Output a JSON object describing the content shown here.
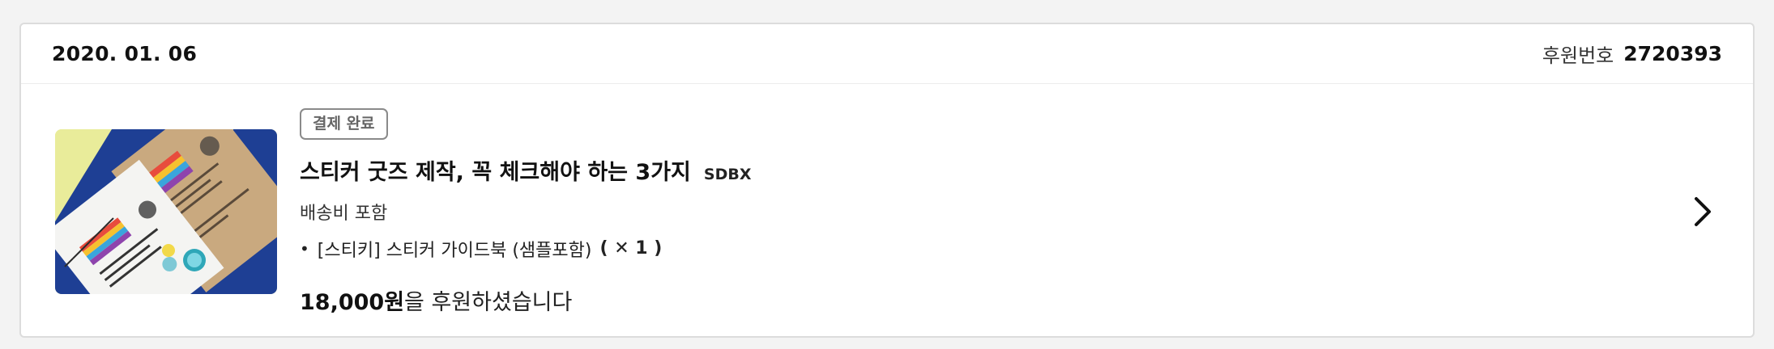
{
  "order": {
    "date": "2020. 01. 06",
    "backer_label": "후원번호",
    "backer_number": "2720393",
    "status": "결제 완료",
    "project_title": "스티커 굿즈 제작, 꼭 체크해야 하는 3가지",
    "creator": "SDBX",
    "shipping": "배송비 포함",
    "reward": {
      "bullet": "•",
      "name": "[스티키] 스티커 가이드북 (샘플포함)",
      "quantity": "( ✕ 1 )"
    },
    "amount": "18,000원",
    "amount_suffix": "을 후원하셨습니다"
  },
  "icons": {
    "detail": "chevron-right-icon"
  },
  "colors": {
    "thumb_blue": "#1e3f94",
    "thumb_yellow": "#e9ec9a",
    "kraft": "#c8a77d"
  }
}
